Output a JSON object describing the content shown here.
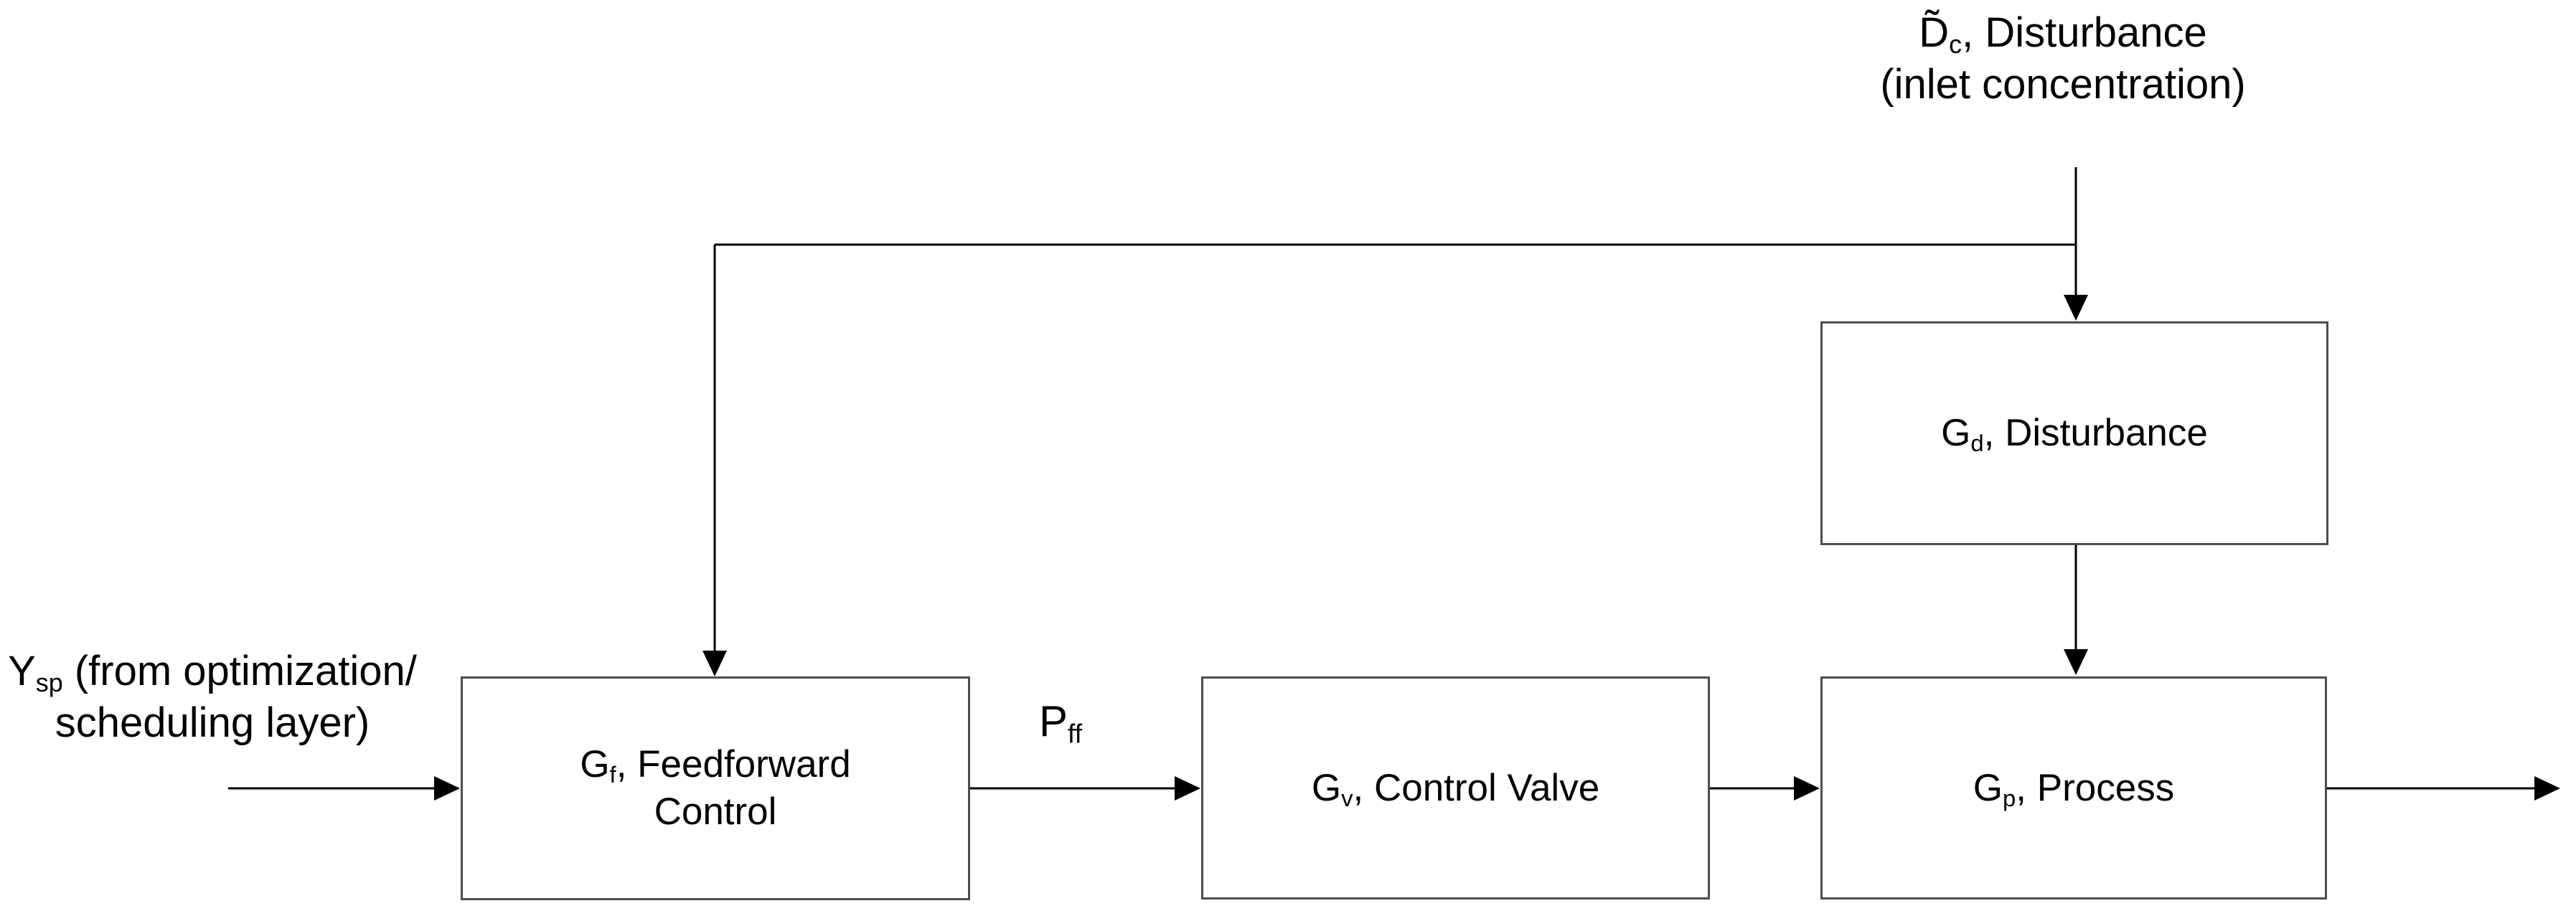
{
  "diagram": {
    "background_color": "#ffffff",
    "wire_color": "#000000",
    "box_border_color": "#4d4d4d",
    "text_color": "#000000",
    "inputs": {
      "disturbance": {
        "symbol": "D̃",
        "subscript": "c",
        "rest": ", Disturbance",
        "line2": "(inlet concentration)"
      },
      "setpoint": {
        "symbol": "Y",
        "subscript": "sp",
        "rest": " (from optimization/",
        "line2": "scheduling layer)"
      }
    },
    "signals": {
      "pff": {
        "symbol": "P",
        "subscript": "ff"
      }
    },
    "boxes": [
      {
        "id": "gd",
        "symbol": "G",
        "subscript": "d",
        "rest": ", Disturbance"
      },
      {
        "id": "gf",
        "symbol": "G",
        "subscript": "f",
        "rest": ", Feedforward",
        "line2": "Control"
      },
      {
        "id": "gv",
        "symbol": "G",
        "subscript": "v",
        "rest": ", Control Valve"
      },
      {
        "id": "gp",
        "symbol": "G",
        "subscript": "p",
        "rest": ", Process"
      }
    ]
  }
}
